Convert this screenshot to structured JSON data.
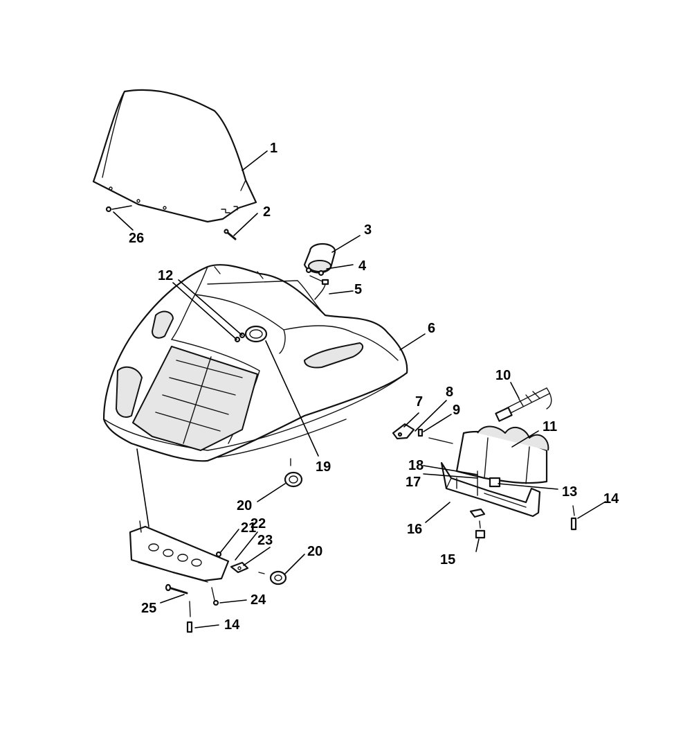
{
  "callouts": {
    "c1": "1",
    "c2": "2",
    "c3": "3",
    "c4": "4",
    "c5": "5",
    "c6": "6",
    "c7": "7",
    "c8": "8",
    "c9": "9",
    "c10": "10",
    "c11": "11",
    "c12": "12",
    "c13": "13",
    "c14a": "14",
    "c14b": "14",
    "c15": "15",
    "c16": "16",
    "c17": "17",
    "c18": "18",
    "c19": "19",
    "c20a": "20",
    "c20b": "20",
    "c21": "21",
    "c22": "22",
    "c23": "23",
    "c24": "24",
    "c25": "25",
    "c26": "26"
  }
}
